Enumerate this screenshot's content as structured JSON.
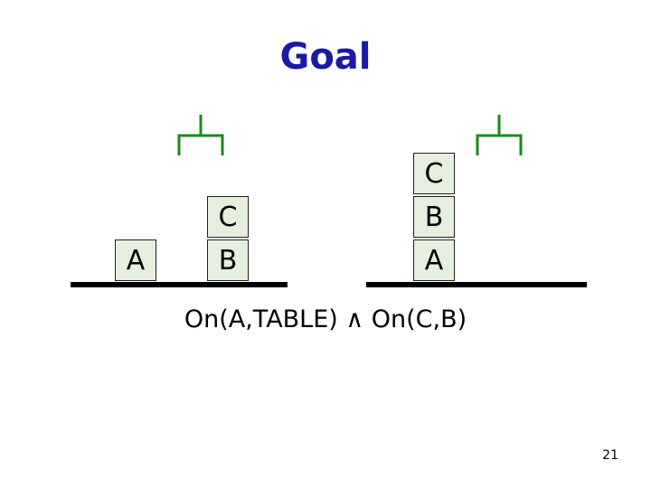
{
  "slide": {
    "title": "Goal",
    "page_number": "21",
    "formula": "On(A,TABLE) ∧ On(C,B)"
  },
  "scenes": [
    {
      "name": "left-scene",
      "blocks": [
        "A",
        "C",
        "B"
      ]
    },
    {
      "name": "right-scene",
      "blocks": [
        "C",
        "B",
        "A"
      ]
    }
  ],
  "colors": {
    "title": "#1a1aa6",
    "gripper": "#1a8a1a",
    "block_fill": "#e6eedd",
    "table": "#000000"
  },
  "icons": {
    "gripper": "robot-gripper-icon"
  }
}
